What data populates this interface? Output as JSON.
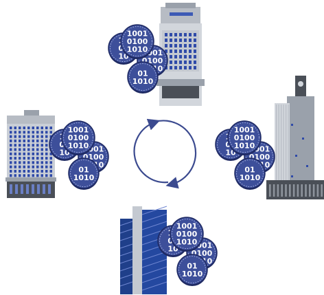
{
  "colors": {
    "coin_fill": "#3d4f9a",
    "coin_rim": "#1f2a63",
    "coin_text": "#ffffff",
    "arrow": "#3b4a8f",
    "building_light": "#d2d6dc",
    "building_mid": "#9aa1ab",
    "building_dark": "#4a4f57",
    "window_blue": "#2f4aa8",
    "glass_blue": "#1f3f8a"
  },
  "coin_text": {
    "line1": "1001",
    "line2": "0100",
    "line3": "1010",
    "partial_back_1": "10",
    "partial_back_2": "01",
    "partial_front_1": "01",
    "partial_front_2": "1010"
  },
  "nodes": [
    {
      "id": "top",
      "icon": "office-tower-icon"
    },
    {
      "id": "left",
      "icon": "office-block-icon"
    },
    {
      "id": "right",
      "icon": "skyscraper-icon"
    },
    {
      "id": "bottom",
      "icon": "glass-tower-icon"
    }
  ],
  "center_icon": "sync-cycle-icon"
}
